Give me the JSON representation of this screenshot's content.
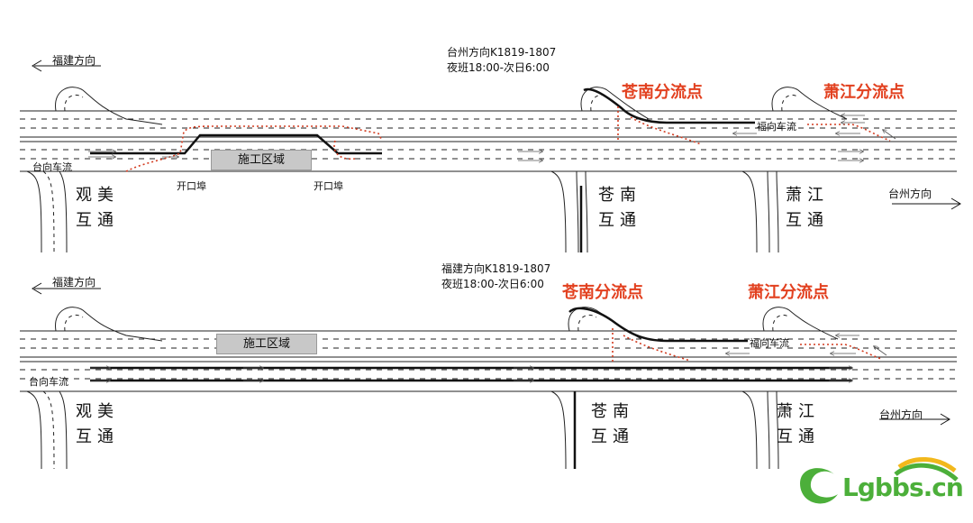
{
  "top_panel": {
    "header_line1": "台州方向K1819-1807",
    "header_line2": "夜班18:00-次日6:00",
    "fujian_dir": "福建方向",
    "taizhou_dir": "台州方向",
    "taizhou_flow": "台向车流",
    "fuxiang_flow": "福向车流",
    "cangnan_split": "苍南分流点",
    "xiaojiang_split": "萧江分流点",
    "work_zone": "施工区域",
    "opening_left": "开口埠",
    "opening_right": "开口埠",
    "ic_guanmei_1": "观美",
    "ic_guanmei_2": "互通",
    "ic_cangnan_1": "苍南",
    "ic_cangnan_2": "互通",
    "ic_xiaojiang_1": "萧江",
    "ic_xiaojiang_2": "互通"
  },
  "bottom_panel": {
    "header_line1": "福建方向K1819-1807",
    "header_line2": "夜班18:00-次日6:00",
    "fujian_dir": "福建方向",
    "taizhou_dir": "台州方向",
    "taizhou_flow": "台向车流",
    "fuxiang_flow": "福向车流",
    "cangnan_split": "苍南分流点",
    "xiaojiang_split": "萧江分流点",
    "work_zone": "施工区域",
    "ic_guanmei_1": "观美",
    "ic_guanmei_2": "互通",
    "ic_cangnan_1": "苍南",
    "ic_cangnan_2": "互通",
    "ic_xiaojiang_1": "萧江",
    "ic_xiaojiang_2": "互通"
  },
  "watermark": "Lgbbs.cn",
  "colors": {
    "accent": "#e2401f",
    "logo_green": "#4caf3a",
    "logo_yellow": "#f2b81c",
    "zone_gray": "#c8c8c8"
  }
}
